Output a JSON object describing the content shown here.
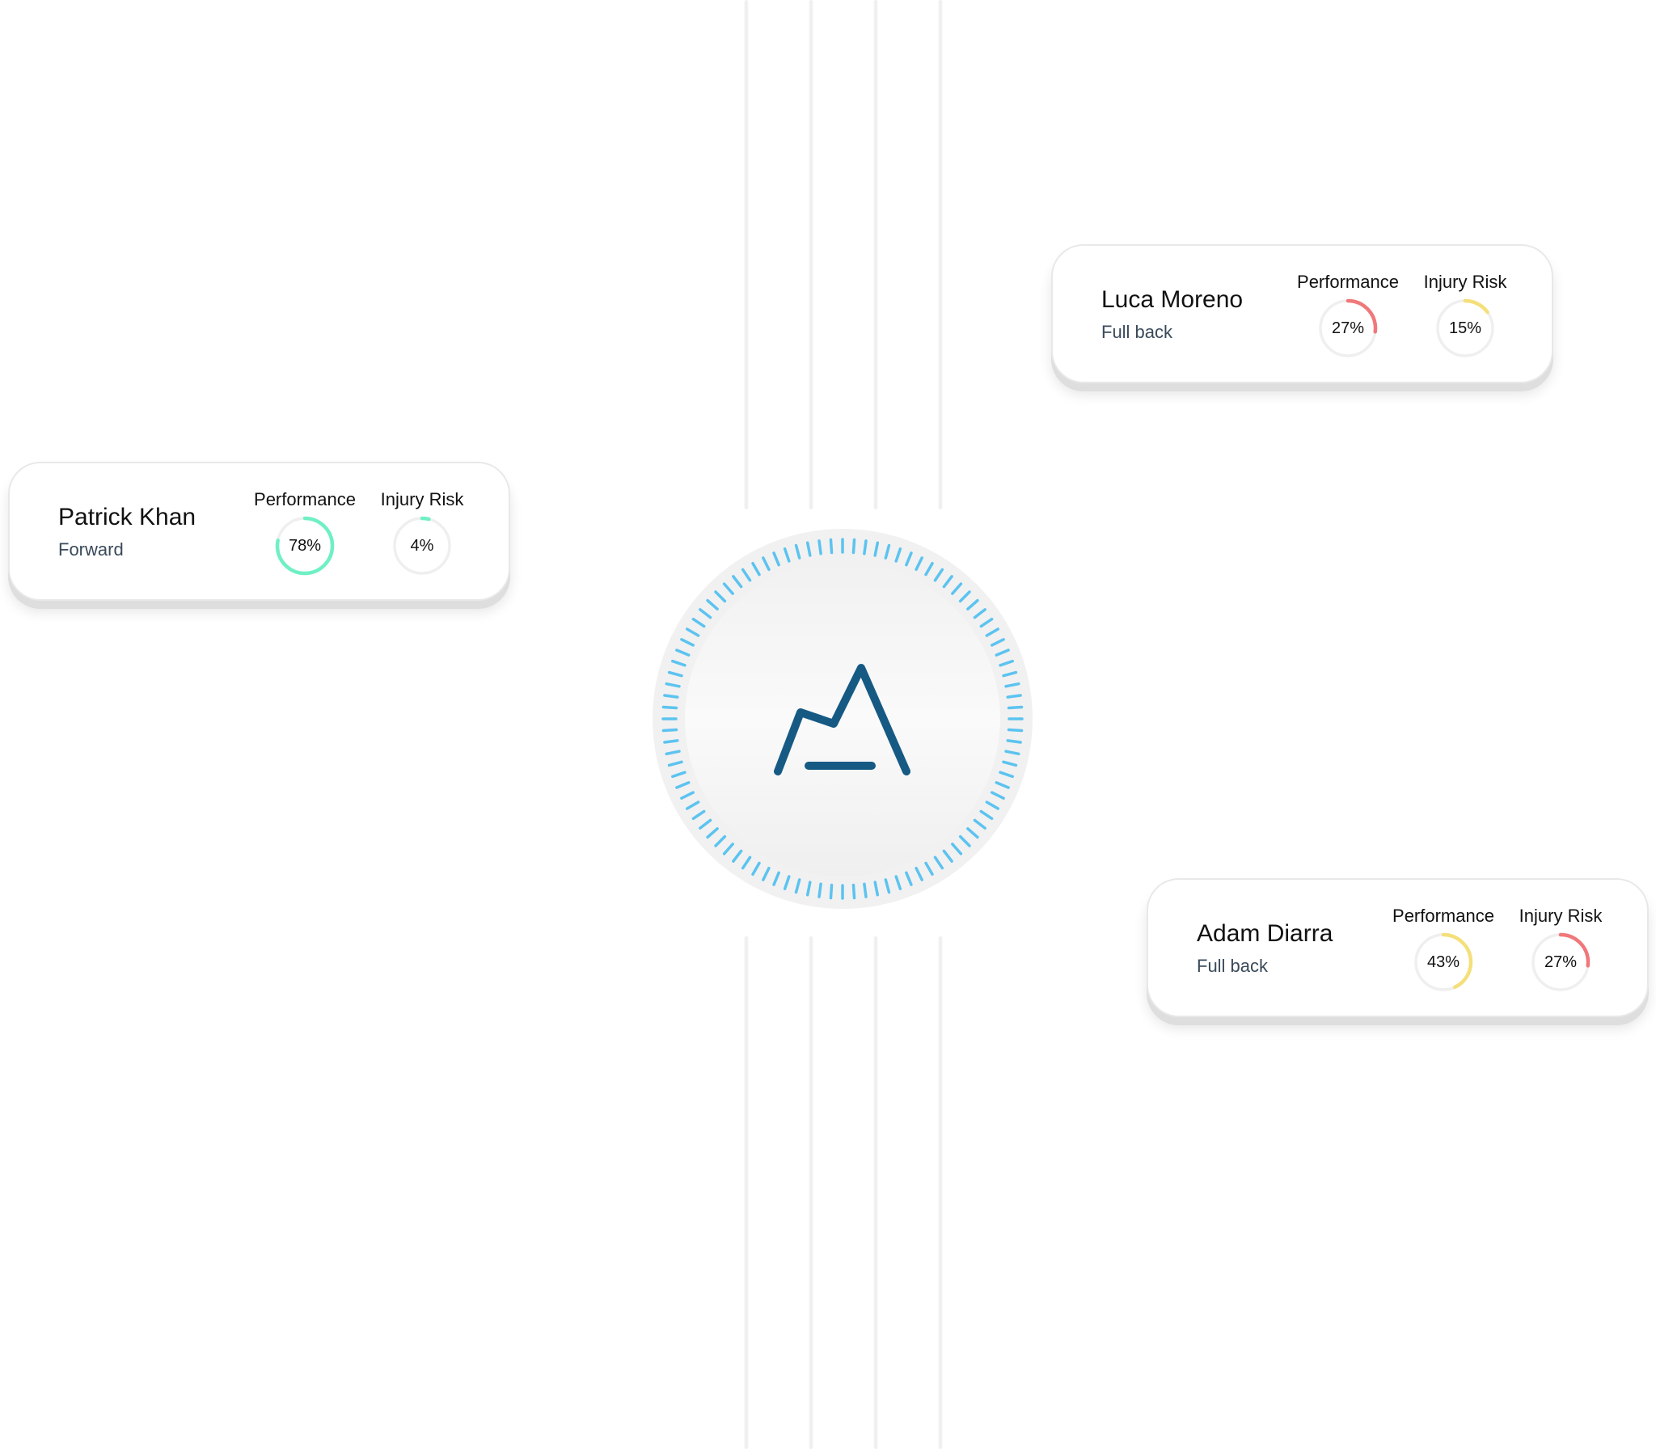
{
  "players": [
    {
      "name": "Patrick Khan",
      "position": "Forward",
      "metrics": [
        {
          "label": "Performance",
          "value": 78,
          "display": "78%",
          "color": "#6ff0c4"
        },
        {
          "label": "Injury Risk",
          "value": 4,
          "display": "4%",
          "color": "#6ff0c4"
        }
      ]
    },
    {
      "name": "Luca Moreno",
      "position": "Full back",
      "metrics": [
        {
          "label": "Performance",
          "value": 27,
          "display": "27%",
          "color": "#f0787a"
        },
        {
          "label": "Injury Risk",
          "value": 15,
          "display": "15%",
          "color": "#f5df7a"
        }
      ]
    },
    {
      "name": "Adam Diarra",
      "position": "Full back",
      "metrics": [
        {
          "label": "Performance",
          "value": 43,
          "display": "43%",
          "color": "#f5df7a"
        },
        {
          "label": "Injury Risk",
          "value": 27,
          "display": "27%",
          "color": "#f0787a"
        }
      ]
    }
  ],
  "hub": {
    "logo_icon": "mountain-peak-icon",
    "logo_color": "#165a84",
    "tick_color": "#5cc3f0"
  },
  "ring_track_color": "#efefef"
}
